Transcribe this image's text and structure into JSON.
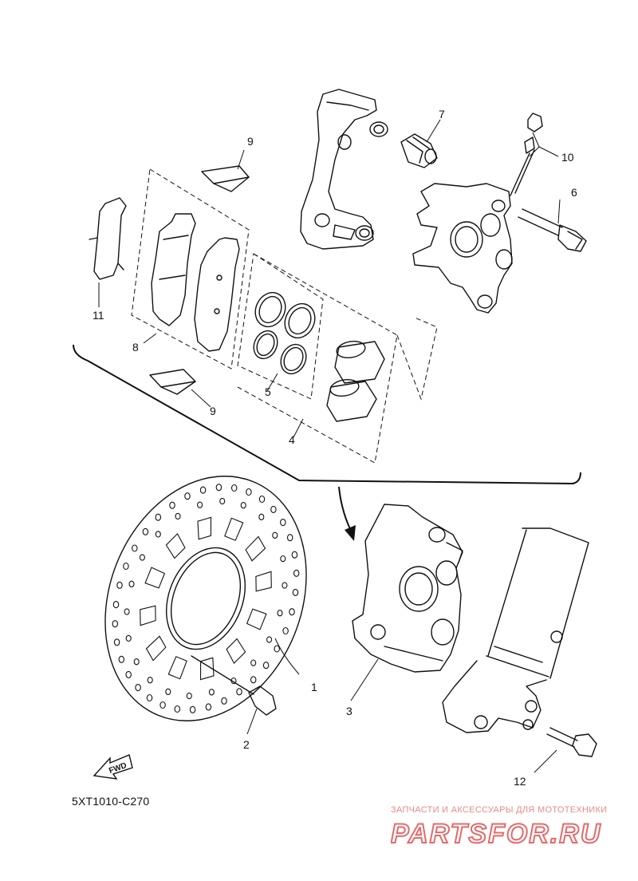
{
  "diagram": {
    "code": "5XT1010-C270",
    "fwd_label": "FWD",
    "callouts": [
      {
        "id": "1",
        "label": "1"
      },
      {
        "id": "2",
        "label": "2"
      },
      {
        "id": "3",
        "label": "3"
      },
      {
        "id": "4",
        "label": "4"
      },
      {
        "id": "5",
        "label": "5"
      },
      {
        "id": "6",
        "label": "6"
      },
      {
        "id": "7",
        "label": "7"
      },
      {
        "id": "8",
        "label": "8"
      },
      {
        "id": "9a",
        "label": "9"
      },
      {
        "id": "9b",
        "label": "9"
      },
      {
        "id": "10",
        "label": "10"
      },
      {
        "id": "11",
        "label": "11"
      },
      {
        "id": "12",
        "label": "12"
      }
    ]
  },
  "watermark": {
    "caption": "ЗАПЧАСТИ И АКСЕССУАРЫ ДЛЯ МОТОТЕХНИКИ",
    "logo_text": "PARTSFOR.RU",
    "color": "#e46a6a"
  }
}
